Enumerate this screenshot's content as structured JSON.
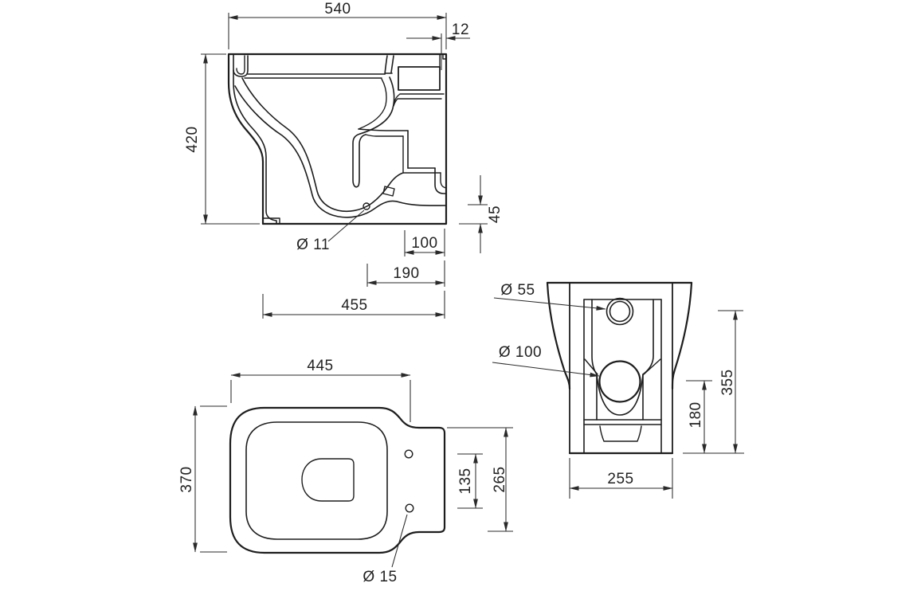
{
  "meta": {
    "drawing_type": "toilet-pan-technical-drawing",
    "background": "#ffffff",
    "line_color": "#1d1d1d",
    "dim_color": "#2a2a2a"
  },
  "views": {
    "side": {
      "label": "side-section-view",
      "dims": {
        "overall_width": "540",
        "rim_back_offset": "12",
        "overall_height": "420",
        "outlet_floor_height": "45",
        "flush_hole_dia": "Ø 11",
        "outlet_to_back": "100",
        "hole_to_back": "190",
        "foot_to_back": "455"
      }
    },
    "plan": {
      "label": "plan-view",
      "dims": {
        "seat_width": "445",
        "seat_depth": "370",
        "fixing_hole_spacing": "135",
        "plate_depth": "265",
        "fixing_hole_dia": "Ø 15"
      }
    },
    "rear": {
      "label": "rear-view",
      "dims": {
        "inlet_dia": "Ø 55",
        "outlet_dia": "Ø 100",
        "inlet_centre_height": "355",
        "outlet_centre_height": "180",
        "base_width": "255"
      }
    }
  }
}
